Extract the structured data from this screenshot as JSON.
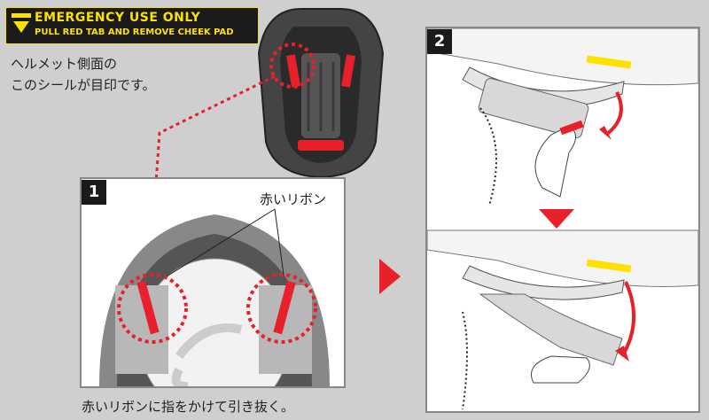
{
  "emergency_label": {
    "line1": "EMERGENCY USE ONLY",
    "line2": "PULL RED TAB AND REMOVE CHEEK PAD"
  },
  "side_note": {
    "line1": "ヘルメット側面の",
    "line2": "このシールが目印です。"
  },
  "step1": {
    "number": "1",
    "ribbon_label": "赤いリボン",
    "caption": "赤いリボンに指をかけて引き抜く。"
  },
  "step2": {
    "number": "2"
  },
  "colors": {
    "accent_red": "#e8202a",
    "label_yellow": "#ffe100",
    "background": "#cfcfcf"
  },
  "icons": [
    "down-arrow-icon",
    "right-arrow-icon",
    "step-arrow-icon"
  ]
}
